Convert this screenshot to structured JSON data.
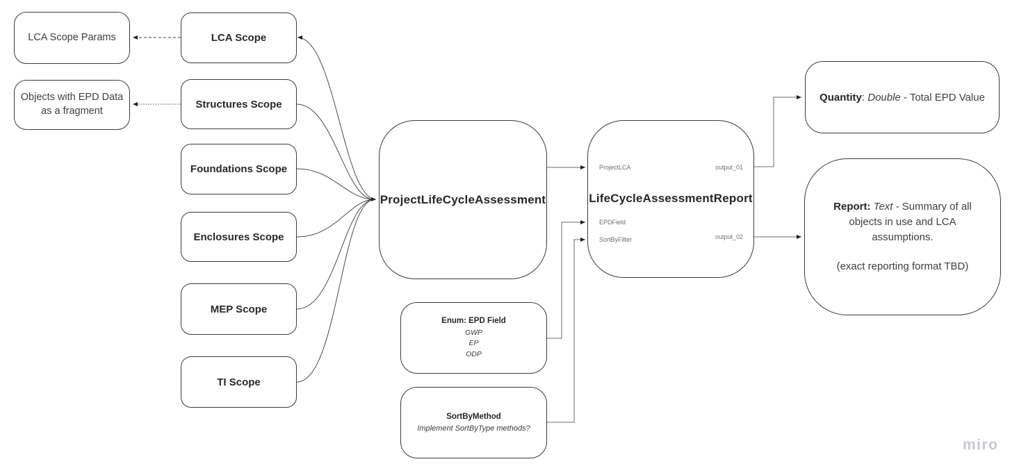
{
  "canvas": {
    "background": "#ffffff"
  },
  "colors": {
    "node_border": "#3b3b3b",
    "curve_stroke": "#4a4a4a",
    "elbow_stroke": "#6b6b6b",
    "arrowhead": "#1f1f1f",
    "port_label": "#6e6e6e",
    "watermark": "#c6c9d3"
  },
  "left_notes": {
    "lca_scope_params": {
      "label": "LCA Scope Params"
    },
    "objects_epd": {
      "label": "Objects with EPD Data as a fragment"
    }
  },
  "scope_nodes": [
    {
      "label": "LCA Scope"
    },
    {
      "label": "Structures Scope"
    },
    {
      "label": "Foundations Scope"
    },
    {
      "label": "Enclosures Scope"
    },
    {
      "label": "MEP Scope"
    },
    {
      "label": "TI Scope"
    }
  ],
  "main_node": {
    "title": "ProjectLifeCycleAssessment"
  },
  "report_node": {
    "title": "LifeCycleAssessmentReport",
    "ports": {
      "input_1": "ProjectLCA",
      "input_2": "EPDField",
      "input_3": "SortByFilter",
      "output_1": "output_01",
      "output_2": "output_02"
    }
  },
  "quantity_note": {
    "bold": "Quantity",
    "separator": ": ",
    "italic": "Double",
    "rest": " - Total EPD Value"
  },
  "report_note": {
    "bold": "Report:",
    "italic": " Text",
    "rest": " - Summary of all objects in use and LCA assumptions.",
    "line2": "(exact reporting format TBD)"
  },
  "enum_node": {
    "title": "Enum: EPD Field",
    "values": [
      "GWP",
      "EP",
      "ODP"
    ]
  },
  "sort_node": {
    "title": "SortByMethod",
    "note": "Implement SortByType methods?"
  },
  "watermark": {
    "label": "miro"
  }
}
